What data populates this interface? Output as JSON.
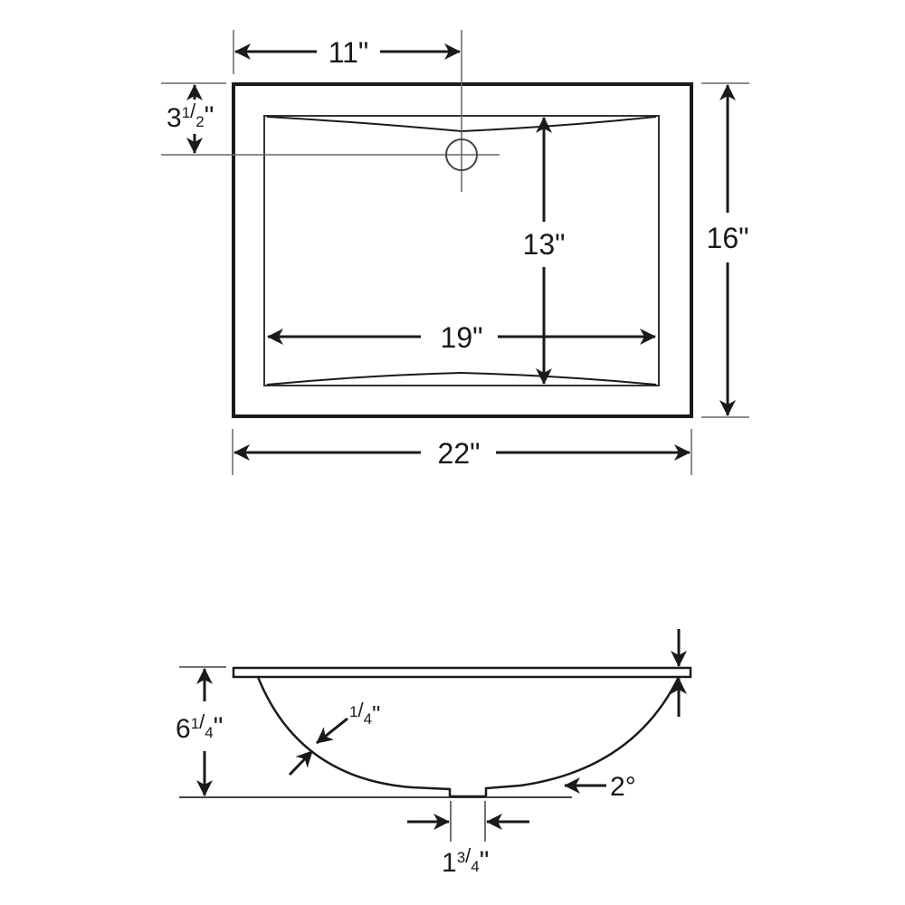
{
  "colors": {
    "line": "#1a1a1a",
    "thin_line": "#555555",
    "background": "#ffffff"
  },
  "top_view": {
    "drain_offset_x": {
      "whole": "11",
      "unit": "\""
    },
    "drain_offset_y": {
      "whole": "3",
      "num": "1",
      "den": "2",
      "unit": "\""
    },
    "bowl_depth": {
      "whole": "13",
      "unit": "\""
    },
    "overall_depth": {
      "whole": "16",
      "unit": "\""
    },
    "bowl_width": {
      "whole": "19",
      "unit": "\""
    },
    "overall_width": {
      "whole": "22",
      "unit": "\""
    }
  },
  "side_view": {
    "overall_height": {
      "whole": "6",
      "num": "1",
      "den": "4",
      "unit": "\""
    },
    "wall_thickness": {
      "num": "1",
      "den": "4",
      "unit": "\""
    },
    "drain_opening": {
      "whole": "1",
      "num": "3",
      "den": "4",
      "unit": "\""
    },
    "slope_angle": {
      "value": "2",
      "unit": "°"
    }
  }
}
